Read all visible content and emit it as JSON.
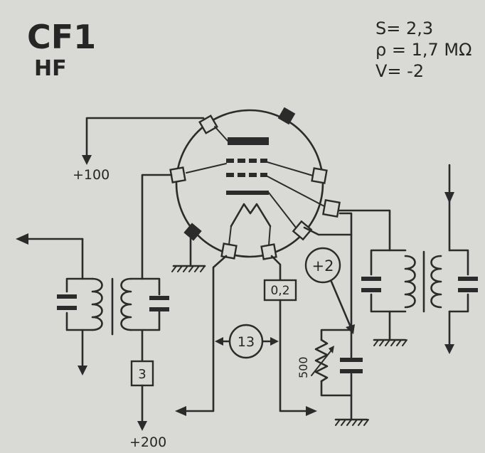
{
  "header": {
    "tube": "CF1",
    "band": "HF"
  },
  "specs": {
    "s": "S= 2,3",
    "rho": "ρ = 1,7 MΩ",
    "v": "V= -2"
  },
  "labels": {
    "screen_voltage": "+100",
    "anode_voltage": "+200",
    "anode_resistor": "3",
    "cathode_resistor": "0,2",
    "pin_13": "13",
    "bias": "+2",
    "trimmer": "500"
  },
  "colors": {
    "ink": "#2b2b2b",
    "paper": "#d9d9d5"
  }
}
